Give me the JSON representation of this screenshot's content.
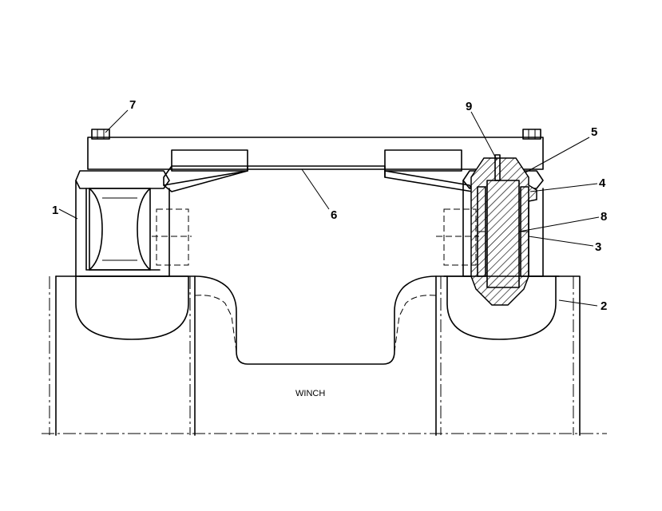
{
  "callouts": {
    "c1": "1",
    "c2": "2",
    "c3": "3",
    "c4": "4",
    "c5": "5",
    "c6": "6",
    "c7": "7",
    "c8": "8",
    "c9": "9"
  },
  "labels": {
    "winch": "WINCH"
  }
}
